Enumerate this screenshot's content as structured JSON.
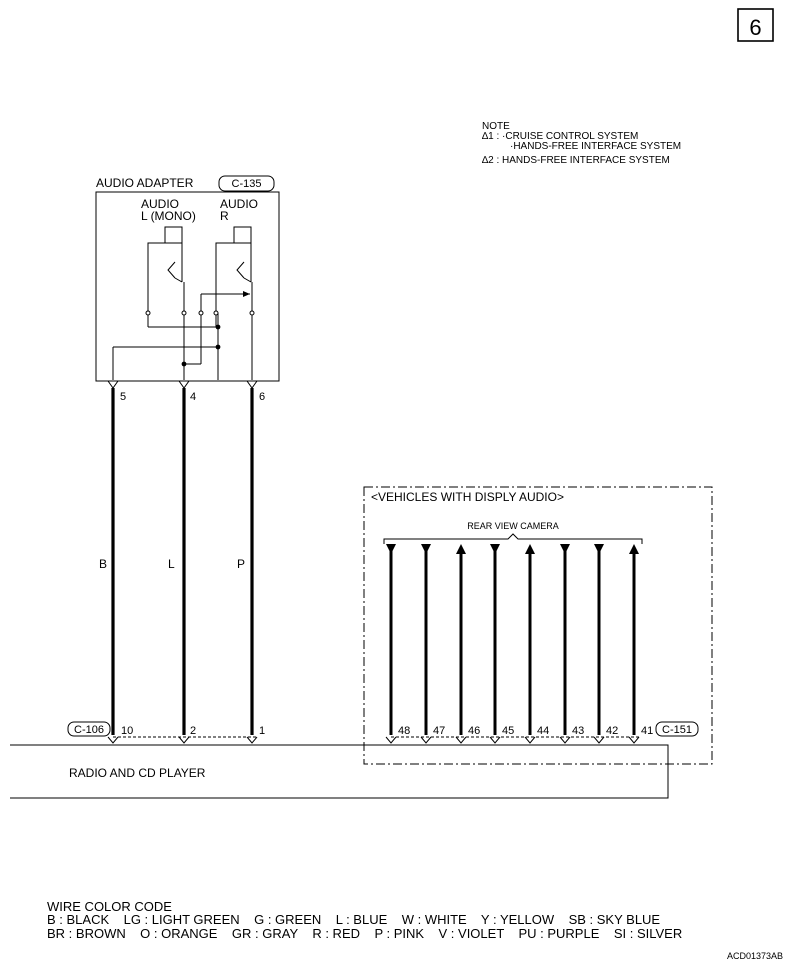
{
  "page_number": "6",
  "note": {
    "heading": "NOTE",
    "star1_line1": "∆1 : ·CRUISE CONTROL SYSTEM",
    "star1_line2": "·HANDS-FREE INTERFACE SYSTEM",
    "star2": "∆2 : HANDS-FREE INTERFACE SYSTEM"
  },
  "audio_adapter": {
    "title": "AUDIO ADAPTER",
    "connector": "C-135",
    "left_label_line1": "AUDIO",
    "left_label_line2": "L (MONO)",
    "right_label_line1": "AUDIO",
    "right_label_line2": "R",
    "pins": [
      "5",
      "4",
      "6"
    ]
  },
  "wires": {
    "colors": [
      "B",
      "L",
      "P"
    ]
  },
  "radio": {
    "title": "RADIO AND CD PLAYER",
    "connector": "C-106",
    "pins": [
      "10",
      "2",
      "1"
    ]
  },
  "display_audio": {
    "title": "<VEHICLES WITH DISPLY AUDIO>",
    "camera_label": "REAR VIEW CAMERA",
    "connector": "C-151",
    "pins": [
      "48",
      "47",
      "46",
      "45",
      "44",
      "43",
      "42",
      "41"
    ]
  },
  "color_code": {
    "heading": "WIRE COLOR CODE",
    "line1": "B : BLACK    LG : LIGHT GREEN    G : GREEN    L : BLUE    W : WHITE    Y : YELLOW    SB : SKY BLUE",
    "line2": "BR : BROWN    O : ORANGE    GR : GRAY    R : RED    P : PINK    V : VIOLET    PU : PURPLE    SI : SILVER"
  },
  "drawing_id": "ACD01373AB"
}
